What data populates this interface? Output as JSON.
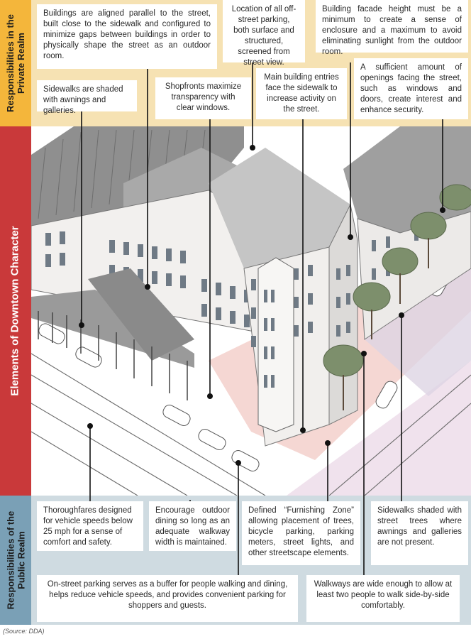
{
  "sections": {
    "private": "Responsibilities in the Private Realm",
    "middle": "Elements of Downtown Character",
    "public": "Responsibilities of the Public Realm"
  },
  "callouts": {
    "buildings_parallel": "Buildings are aligned parallel to the street, built close to the sidewalk and configured to minimize gaps between buildings in order to physically shape the street as an outdoor room.",
    "offstreet_parking": "Location of all off-street parking, both surface and structured, screened from street view.",
    "facade_height": "Building facade height must be a minimum to create a sense of enclosure and a maximum to avoid eliminating sunlight from the outdoor room.",
    "sidewalks_awnings": "Sidewalks are shaded with awnings and galleries.",
    "shopfronts": "Shopfronts maximize transparency with clear windows.",
    "main_entries": "Main building entries face the sidewalk to increase activity on the street.",
    "openings": "A sufficient amount of openings facing the street, such as windows and doors, create interest and enhance security.",
    "thoroughfares": "Thoroughfares designed for vehicle speeds below 25 mph for a sense of comfort and safety.",
    "outdoor_dining": "Encourage outdoor dining so long as an adequate walkway width is maintained.",
    "furnishing_zone": "Defined “Furnishing Zone” allowing placement of trees, bicycle parking, parking meters, street lights, and other streetscape elements.",
    "street_trees": "Sidewalks shaded with street trees where awnings and galleries are not present.",
    "onstreet_parking": "On-street parking serves as a buffer for people walking and dining, helps reduce vehicle speeds, and provides convenient parking for shoppers and guests.",
    "walkways": "Walkways are wide enough to allow at least two people to walk side-by-side comfortably."
  },
  "source": "(Source: DDA)",
  "colors": {
    "private_band": "#f6e2b3",
    "private_tab": "#f4b63b",
    "middle_tab": "#c9393a",
    "public_band": "#cfdbe1",
    "public_tab": "#7aa0b6"
  }
}
